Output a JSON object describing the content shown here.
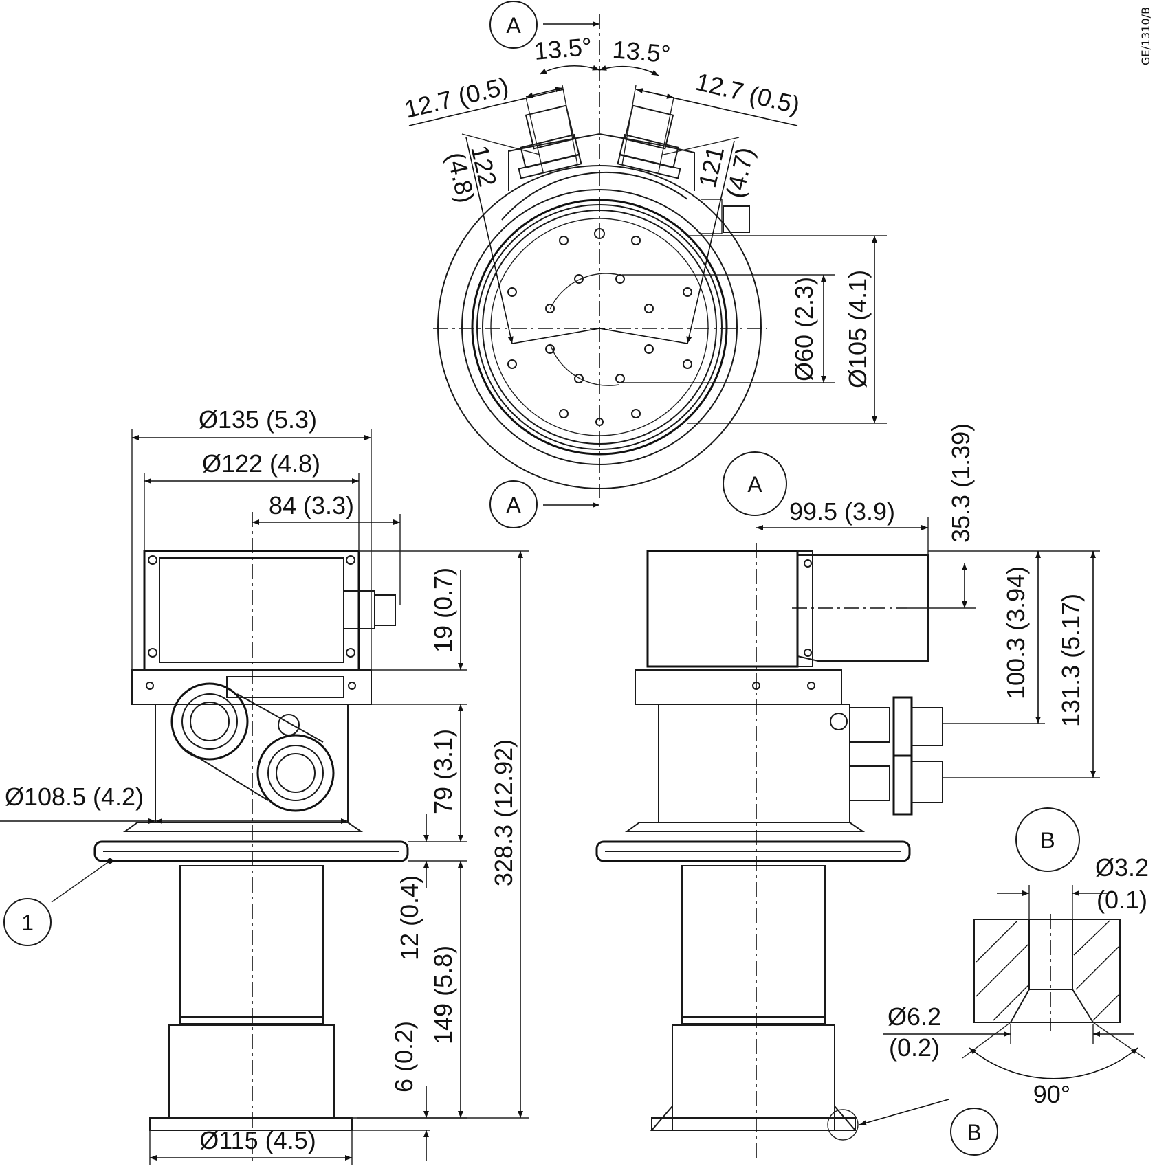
{
  "drawing_ref": "GE/1310/B",
  "markers": {
    "section_a": "A",
    "detail_b": "B",
    "item_1": "1"
  },
  "dimensions": {
    "angle_left": "13.5°",
    "angle_right": "13.5°",
    "gland_left": "12.7 (0.5)",
    "gland_right": "12.7 (0.5)",
    "radius_left_mm": "122",
    "radius_left_in": "(4.8)",
    "radius_right_mm": "121",
    "radius_right_in": "(4.7)",
    "dia_60": "Ø60 (2.3)",
    "dia_105": "Ø105 (4.1)",
    "dia_135": "Ø135 (5.3)",
    "dia_122": "Ø122 (4.8)",
    "width_84": "84 (3.3)",
    "width_99_5": "99.5 (3.9)",
    "height_35_3": "35.3 (1.39)",
    "height_100_3": "100.3 (3.94)",
    "height_131_3": "131.3  (5.17)",
    "height_19": "19 (0.7)",
    "height_79": "79 (3.1)",
    "height_328_3": "328.3 (12.92)",
    "dia_108_5": "Ø108.5 (4.2)",
    "height_12": "12 (0.4)",
    "height_149": "149 (5.8)",
    "height_6": "6 (0.2)",
    "dia_115": "Ø115 (4.5)",
    "dia_3_2": "Ø3.2",
    "dia_3_2_in": "(0.1)",
    "dia_6_2": "Ø6.2",
    "dia_6_2_in": "(0.2)",
    "angle_90": "90°"
  }
}
